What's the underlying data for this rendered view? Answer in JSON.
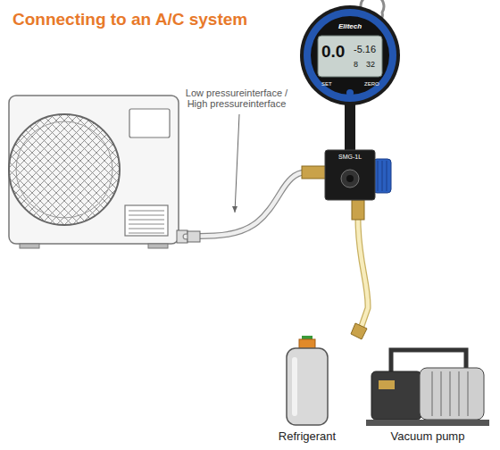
{
  "diagram": {
    "title": "Connecting to an A/C system",
    "nodes": [
      {
        "text": [
          "Elitech",
          "0.0",
          "-5.16",
          "8",
          "32",
          "SET",
          "ZERO"
        ]
      },
      {
        "text": [
          "SMG-1L"
        ]
      },
      {
        "text": [
          "Refrigerant"
        ]
      },
      {
        "text": [
          "Vacuum pump"
        ]
      }
    ],
    "labels": [
      "Low pressureinterface / High pressureinterface"
    ]
  }
}
